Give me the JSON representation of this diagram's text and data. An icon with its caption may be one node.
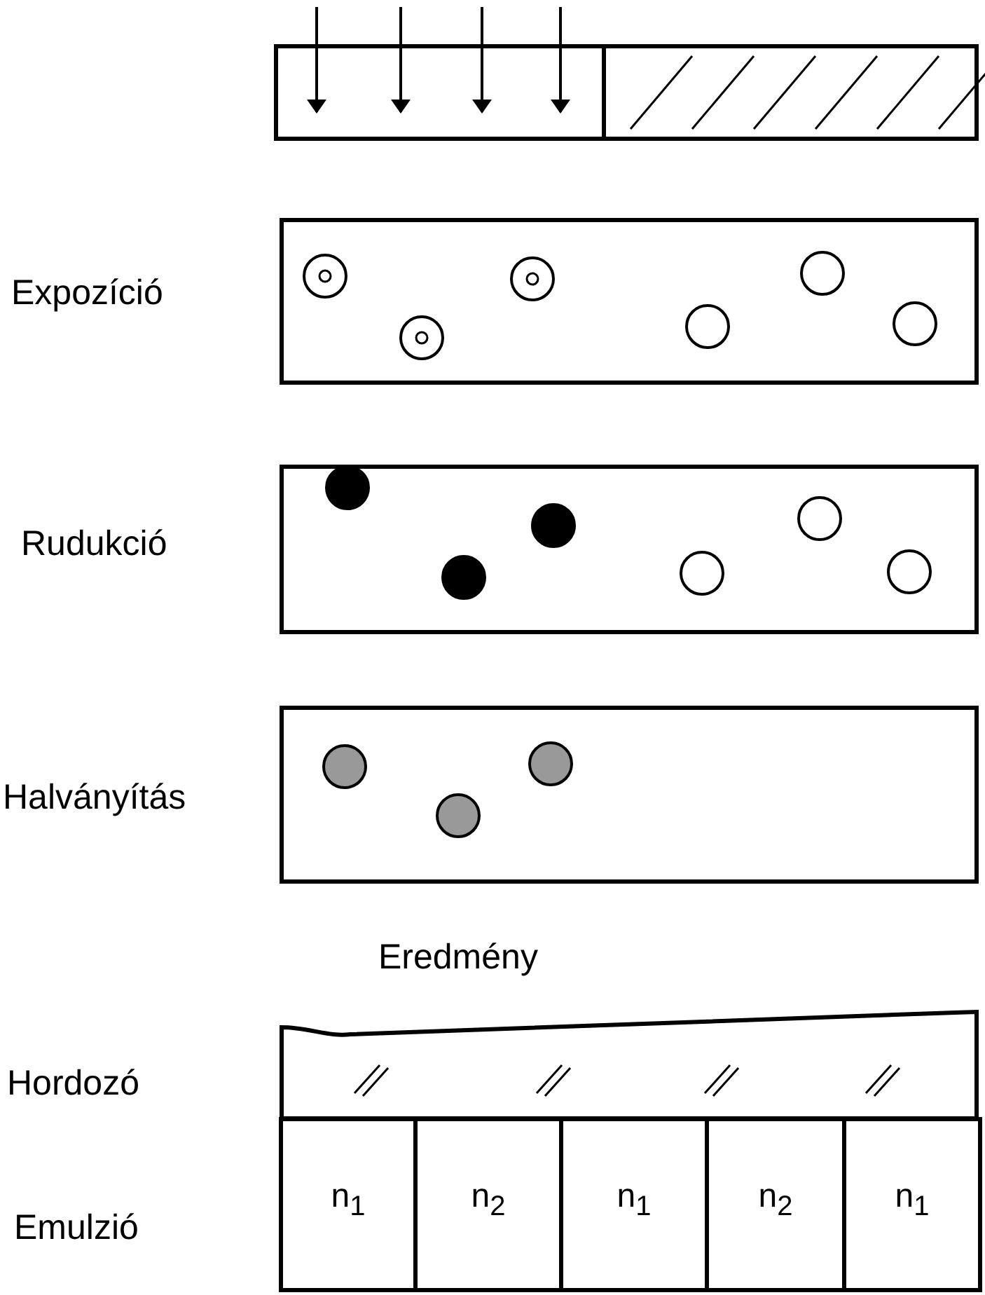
{
  "diagram": {
    "nodes": [
      {
        "text": [
          "n$_{1}$"
        ]
      },
      {
        "text": [
          "n$_{2}$"
        ]
      },
      {
        "text": [
          "n$_{1}$"
        ]
      },
      {
        "text": [
          "n$_{2}$"
        ]
      },
      {
        "text": [
          "n$_{1}$"
        ]
      }
    ],
    "labels": [
      "Expozíció",
      "Rudukció",
      "Halványítás",
      "Eredmény",
      "Hordozó",
      "Emulzió"
    ]
  }
}
